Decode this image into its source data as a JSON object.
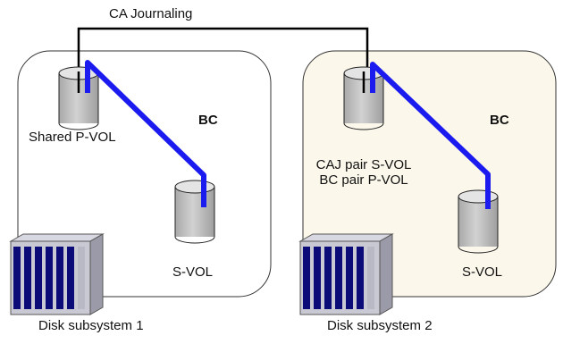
{
  "diagram": {
    "link_label": "CA Journaling",
    "subsystems": [
      {
        "name": "Disk subsystem 1",
        "copy_label": "BC",
        "primary_volume_label": "Shared P-VOL",
        "secondary_volume_label": "S-VOL"
      },
      {
        "name": "Disk subsystem 2",
        "copy_label": "BC",
        "primary_volume_label_line1": "CAJ pair S-VOL",
        "primary_volume_label_line2": "BC pair P-VOL",
        "secondary_volume_label": "S-VOL"
      }
    ],
    "colors": {
      "panel_1_fill": "#ffffff",
      "panel_2_fill": "#fbf7ea",
      "panel_border": "#333333",
      "pair_line": "#1b1bf0",
      "journal_line": "#000000",
      "cylinder_fill": "#bdbdbd",
      "rack_blue": "#0c0c78",
      "rack_gray": "#b9b9c6"
    }
  }
}
